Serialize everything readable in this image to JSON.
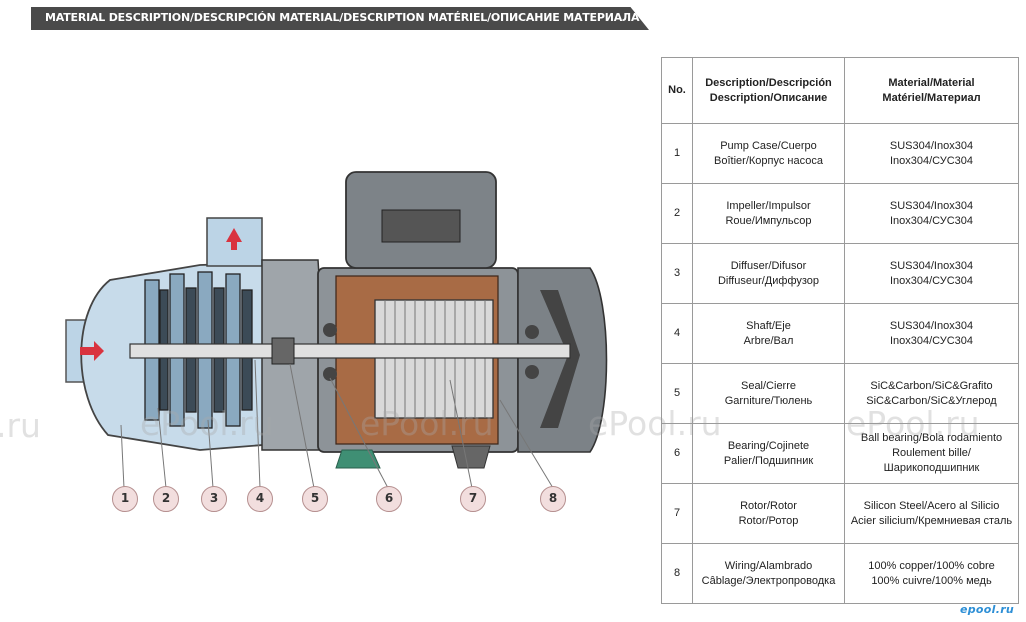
{
  "header": {
    "title": "MATERIAL DESCRIPTION/DESCRIPCIÓN MATERIAL/DESCRIPTION MATÉRIEL/ОПИСАНИЕ МАТЕРИАЛА"
  },
  "diagram": {
    "callouts": [
      "1",
      "2",
      "3",
      "4",
      "5",
      "6",
      "7",
      "8"
    ]
  },
  "watermark": {
    "text": "ePool.ru",
    "fragment": ".ru"
  },
  "table": {
    "headers": {
      "no": "No.",
      "desc_1": "Description/Descripción",
      "desc_2": "Description/Описание",
      "mat_1": "Material/Material",
      "mat_2": "Matériel/Материал"
    },
    "rows": [
      {
        "no": "1",
        "desc_1": "Pump Case/Cuerpo",
        "desc_2": "Boîtier/Корпус насоса",
        "mat_1": "SUS304/Inox304",
        "mat_2": "Inox304/СУС304"
      },
      {
        "no": "2",
        "desc_1": "Impeller/Impulsor",
        "desc_2": "Roue/Импульсор",
        "mat_1": "SUS304/Inox304",
        "mat_2": "Inox304/СУС304"
      },
      {
        "no": "3",
        "desc_1": "Diffuser/Difusor",
        "desc_2": "Diffuseur/Диффузор",
        "mat_1": "SUS304/Inox304",
        "mat_2": "Inox304/СУС304"
      },
      {
        "no": "4",
        "desc_1": "Shaft/Eje",
        "desc_2": "Arbre/Вал",
        "mat_1": "SUS304/Inox304",
        "mat_2": "Inox304/СУС304"
      },
      {
        "no": "5",
        "desc_1": "Seal/Cierre",
        "desc_2": "Garniture/Тюлень",
        "mat_1": "SiC&Carbon/SiC&Grafito",
        "mat_2": "SiC&Carbon/SiC&Углерод"
      },
      {
        "no": "6",
        "desc_1": "Bearing/Cojinete",
        "desc_2": "Palier/Подшипник",
        "mat_1": "Ball bearing/Bola rodamiento",
        "mat_2": "Roulement bille/Шарикоподшипник"
      },
      {
        "no": "7",
        "desc_1": "Rotor/Rotor",
        "desc_2": "Rotor/Ротор",
        "mat_1": "Silicon Steel/Acero al Silicio",
        "mat_2": "Acier silicium/Кремниевая сталь"
      },
      {
        "no": "8",
        "desc_1": "Wiring/Alambrado",
        "desc_2": "Câblage/Электропроводка",
        "mat_1": "100% copper/100% cobre",
        "mat_2": "100% cuivre/100% медь"
      }
    ]
  },
  "footer": {
    "logo": "epool.ru"
  }
}
